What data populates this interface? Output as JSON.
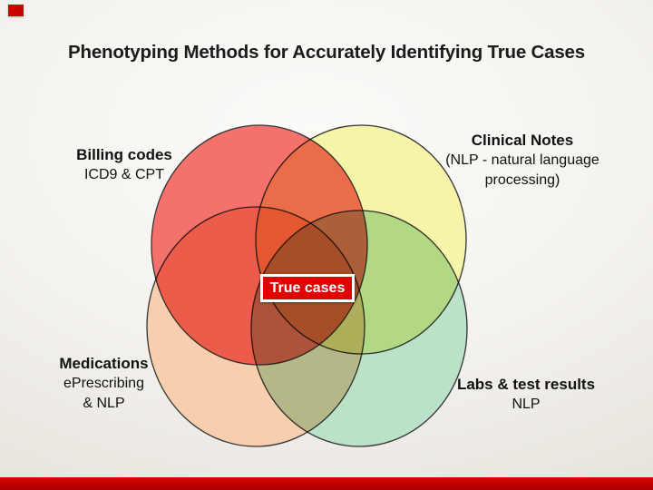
{
  "slide": {
    "title": "Phenotyping Methods for Accurately Identifying True Cases",
    "accent_color": "#C90201",
    "background_color": "#F4F2EE"
  },
  "venn": {
    "outline_color": "#333333",
    "sets": [
      {
        "id": "billing-codes",
        "label_bold": "Billing codes",
        "line1": "ICD9 & CPT",
        "line2": "",
        "color": "#F4716C"
      },
      {
        "id": "clinical-notes",
        "label_bold": "Clinical Notes",
        "line1": "(NLP - natural language",
        "line2": "processing)",
        "color": "#F5F4A9"
      },
      {
        "id": "medications",
        "label_bold": "Medications",
        "line1": "ePrescribing",
        "line2": "& NLP",
        "color": "#F8CFAE"
      },
      {
        "id": "labs-test-results",
        "label_bold": "Labs & test results",
        "line1": "NLP",
        "line2": "",
        "color": "#BBE2C9"
      }
    ],
    "center_badge": {
      "label": "True cases",
      "background_color": "#E10301",
      "text_color": "#FFFFFF"
    }
  }
}
